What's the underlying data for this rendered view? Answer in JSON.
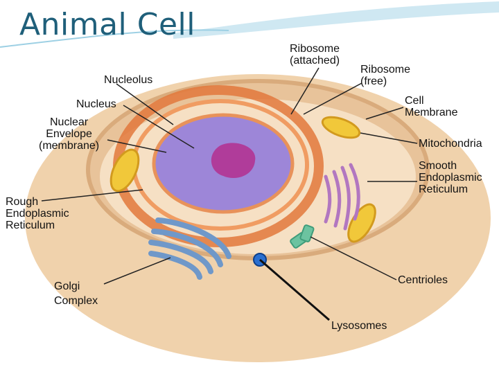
{
  "title": "Animal Cell",
  "labels": {
    "ribosome_attached": [
      "Ribosome",
      "(attached)"
    ],
    "ribosome_free": [
      "Ribosome",
      "(free)"
    ],
    "nucleolus": "Nucleolus",
    "nucleus": "Nucleus",
    "cell_membrane": [
      "Cell",
      "Membrane"
    ],
    "nuclear_envelope": [
      "Nuclear",
      "Envelope",
      "(membrane)"
    ],
    "mitochondria": "Mitochondria",
    "smooth_er": [
      "Smooth",
      "Endoplasmic",
      "Reticulum"
    ],
    "rough_er": [
      "Rough",
      "Endoplasmic",
      "Reticulum"
    ],
    "golgi": [
      "Golgi",
      "Complex"
    ],
    "centrioles": "Centrioles",
    "lysosomes": "Lysosomes"
  },
  "colors": {
    "title": "#1f5f7a",
    "cytoplasm": "#f2d6b3",
    "membrane": "#e0b78a",
    "nucleus": "#9d86d8",
    "nucleolus": "#b03c9a",
    "rough_er": "#e2783c",
    "golgi": "#6f98c9",
    "mitochondria": "#f1c83a",
    "smooth_er": "#b277c0",
    "centrioles": "#6cc3a0",
    "lysosome_marker": "#2a6fd0"
  }
}
